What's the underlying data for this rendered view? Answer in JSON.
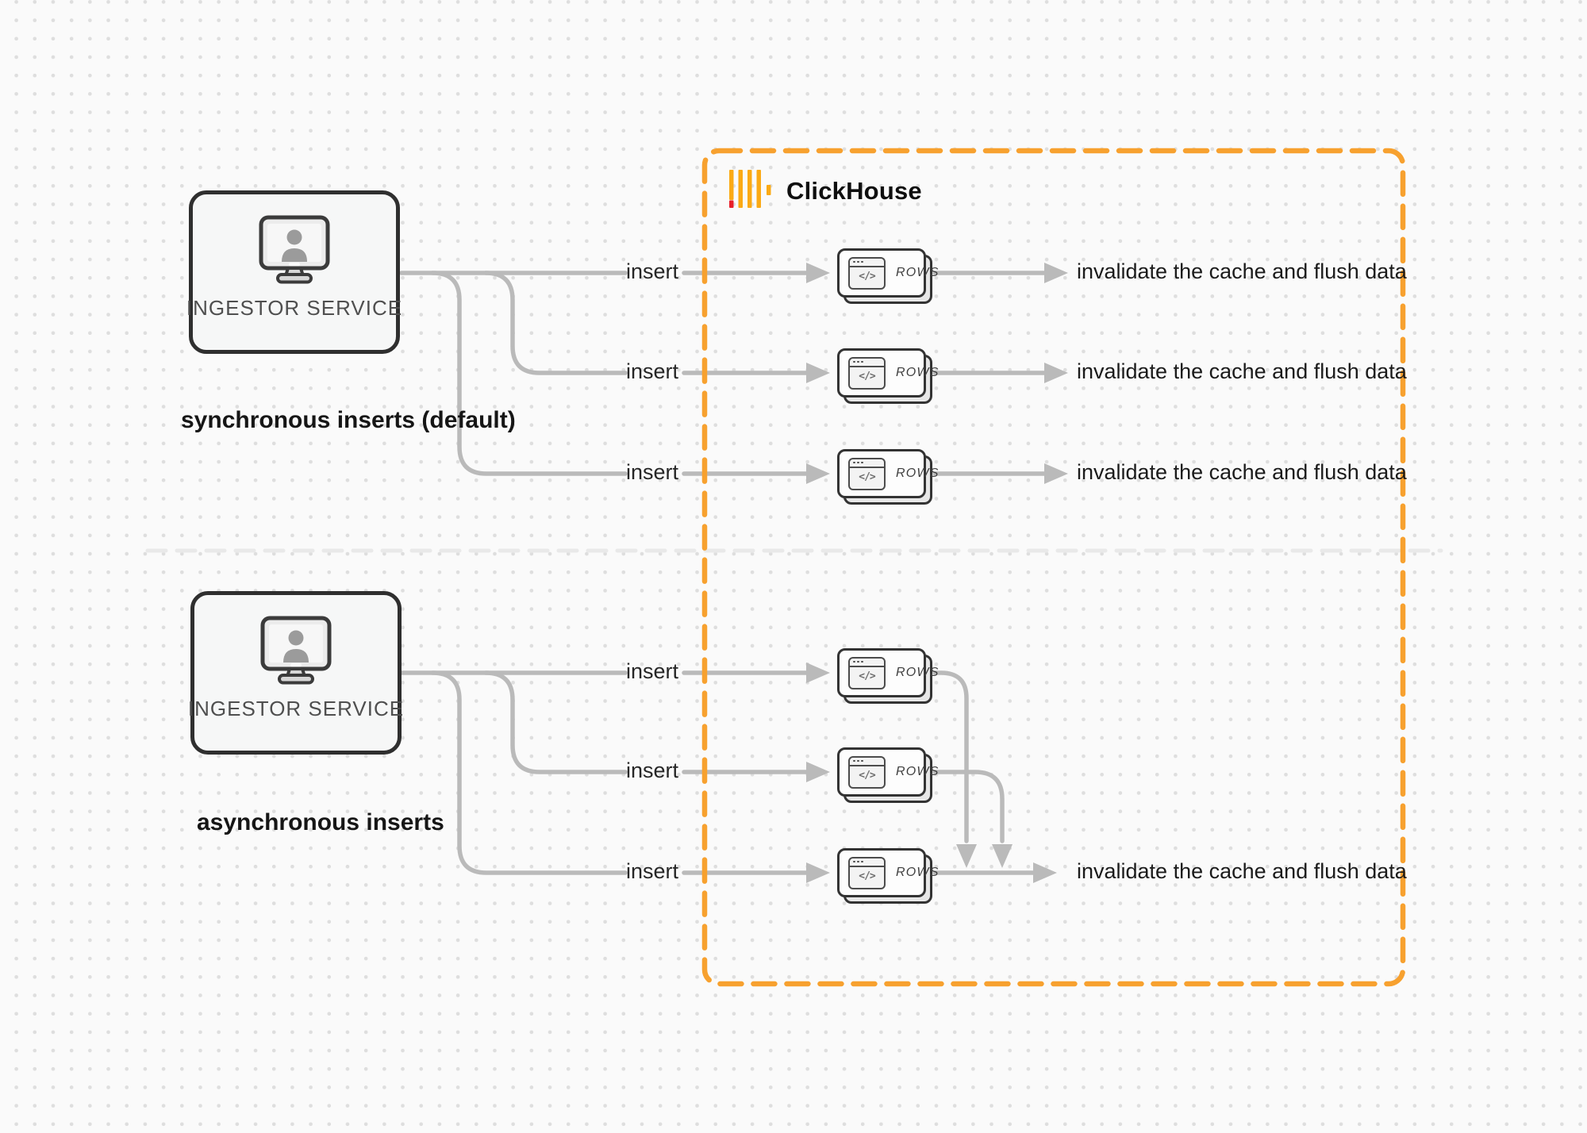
{
  "labels": {
    "ingestor_service": "INGESTOR SERVICE",
    "insert": "insert",
    "rows": "ROWS",
    "invalidate": "invalidate the cache and flush data",
    "sync_caption": "synchronous inserts (default)",
    "async_caption": "asynchronous inserts",
    "clickhouse": "ClickHouse",
    "code_glyph": "</>"
  },
  "colors": {
    "background": "#FAFAFA",
    "dot_grid": "#DEDEDE",
    "connector_gray": "#BABABA",
    "node_border": "#2F2F2F",
    "clickhouse_boundary_orange": "#F7A12F",
    "logo_bar_orange": "#FBAA15",
    "logo_red": "#E8202A",
    "divider_gray": "#E9E9E9"
  },
  "structure": {
    "outer_boundary_label": "ClickHouse",
    "sections": [
      {
        "caption": "synchronous inserts (default)",
        "source": "INGESTOR SERVICE",
        "edges": [
          {
            "from": "INGESTOR SERVICE",
            "label": "insert",
            "to": "ROWS part 1"
          },
          {
            "from": "INGESTOR SERVICE",
            "label": "insert",
            "to": "ROWS part 2"
          },
          {
            "from": "INGESTOR SERVICE",
            "label": "insert",
            "to": "ROWS part 3"
          },
          {
            "from": "ROWS part 1",
            "to": "invalidate the cache and flush data"
          },
          {
            "from": "ROWS part 2",
            "to": "invalidate the cache and flush data"
          },
          {
            "from": "ROWS part 3",
            "to": "invalidate the cache and flush data"
          }
        ]
      },
      {
        "caption": "asynchronous inserts",
        "source": "INGESTOR SERVICE",
        "edges": [
          {
            "from": "INGESTOR SERVICE",
            "label": "insert",
            "to": "ROWS part 1"
          },
          {
            "from": "INGESTOR SERVICE",
            "label": "insert",
            "to": "ROWS part 2"
          },
          {
            "from": "INGESTOR SERVICE",
            "label": "insert",
            "to": "ROWS part 3"
          },
          {
            "from": "ROWS parts 1-3 (batched)",
            "to": "invalidate the cache and flush data"
          }
        ]
      }
    ]
  }
}
